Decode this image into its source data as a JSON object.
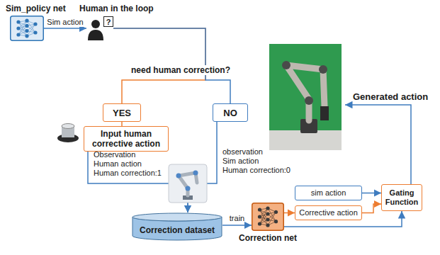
{
  "diagram": {
    "nodes": [
      {
        "text": [
          "Sim_policy net"
        ]
      },
      {
        "text": [
          "Human in the loop",
          "?"
        ]
      },
      {
        "text": [
          "YES"
        ]
      },
      {
        "text": [
          "NO"
        ]
      },
      {
        "text": [
          "Input human corrective action"
        ]
      },
      {
        "text": [
          "Correction dataset"
        ]
      },
      {
        "text": [
          "Correction net"
        ]
      },
      {
        "text": [
          "sim action"
        ]
      },
      {
        "text": [
          "Corrective action"
        ]
      },
      {
        "text": [
          "Gating Function"
        ]
      }
    ],
    "edges": [
      {
        "from": 0,
        "to": 1,
        "label": "Sim action",
        "arrow": "to"
      },
      {
        "from": 1,
        "to": 2,
        "arrow": "none"
      },
      {
        "from": 1,
        "to": 3,
        "arrow": "none"
      },
      {
        "from": 2,
        "to": 4,
        "arrow": "none"
      },
      {
        "from": 4,
        "to": 5,
        "arrow": "to"
      },
      {
        "from": 3,
        "to": 5,
        "arrow": "to"
      },
      {
        "from": 5,
        "to": 6,
        "label": "train",
        "arrow": "to"
      },
      {
        "from": 6,
        "to": 8,
        "arrow": "to"
      },
      {
        "from": 8,
        "to": 9,
        "arrow": "to"
      },
      {
        "from": 7,
        "to": 9,
        "arrow": "to"
      },
      {
        "from": 6,
        "to": 9,
        "arrow": "to"
      }
    ],
    "labels": [
      "need human correction?",
      "Observation",
      "Human action",
      "Human correction:1",
      "observation",
      "Sim action",
      "Human correction:0",
      "Generated action"
    ]
  }
}
